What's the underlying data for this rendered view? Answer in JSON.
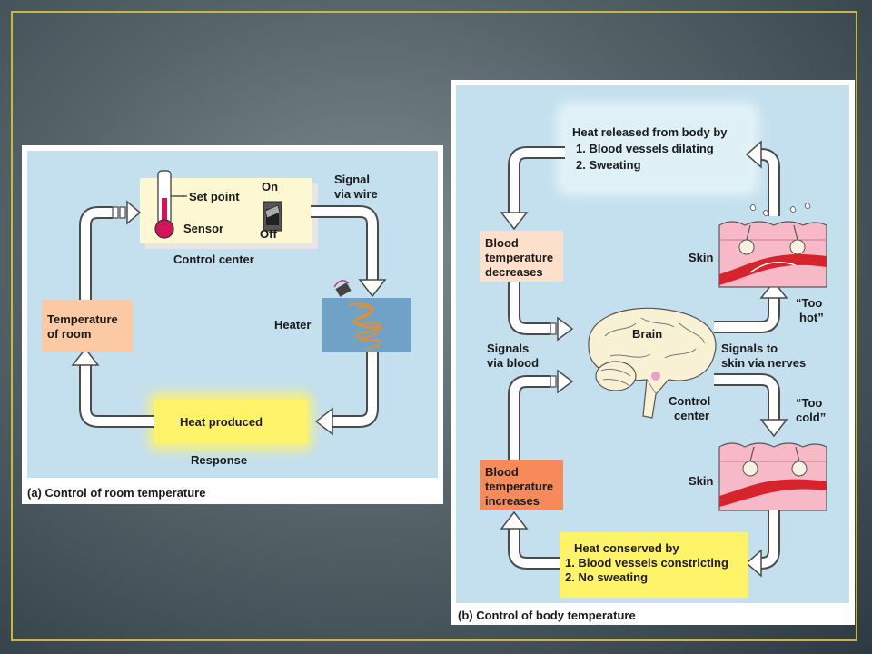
{
  "panel_a": {
    "caption": "(a) Control of room temperature",
    "control_center": {
      "set_point": "Set point",
      "sensor": "Sensor",
      "on": "On",
      "off": "Off",
      "label": "Control center"
    },
    "signal": [
      "Signal",
      "via wire"
    ],
    "heater": "Heater",
    "response_box": "Heat produced",
    "response_label": "Response",
    "temperature_box": [
      "Temperature",
      "of room"
    ]
  },
  "panel_b": {
    "caption": "(b) Control of body temperature",
    "heat_released": {
      "title": "Heat released from body by",
      "item1": "1.  Blood vessels dilating",
      "item2": "2.  Sweating"
    },
    "decreases_box": [
      "Blood",
      "temperature",
      "decreases"
    ],
    "increases_box": [
      "Blood",
      "temperature",
      "increases"
    ],
    "signals_blood": [
      "Signals",
      "via blood"
    ],
    "brain": "Brain",
    "control_center": [
      "Control",
      "center"
    ],
    "signals_nerves": [
      "Signals to",
      "skin via nerves"
    ],
    "skin_top": "Skin",
    "skin_bottom": "Skin",
    "too_hot": [
      "“Too",
      "hot”"
    ],
    "too_cold": [
      "“Too",
      "cold”"
    ],
    "heat_conserved": {
      "title": "Heat conserved by",
      "item1": "1.  Blood vessels constricting",
      "item2": "2.  No sweating"
    }
  },
  "colors": {
    "frame": "#c9b83a",
    "panel_fill": "#c4dfee",
    "arrow_fill": "#ffffff",
    "arrow_stroke": "#4a4a4a",
    "temperature_box": "#fbc9a3",
    "decreases_box": "#fde0cc",
    "increases_box": "#f68a5a",
    "heater_box": "#6fa2c6",
    "heat_glow": "#fff36a",
    "skin": "#f7b8c8",
    "blood_vessel": "#d7232b"
  },
  "icons": [
    "thermometer-icon",
    "switch-icon",
    "heater-coil-icon",
    "brain-icon",
    "skin-icon",
    "sweat-drops-icon"
  ]
}
